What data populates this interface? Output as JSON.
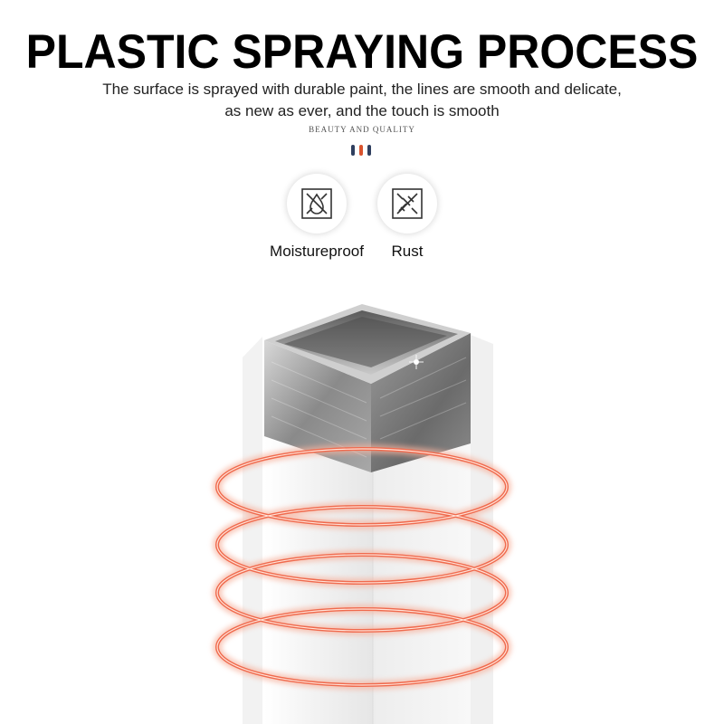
{
  "header": {
    "title": "PLASTIC SPRAYING PROCESS",
    "subtitle_line1": "The surface is sprayed with durable paint, the lines are smooth and delicate,",
    "subtitle_line2": "as new as ever, and the touch is smooth",
    "tagline": "BEAUTY AND QUALITY",
    "dot_colors": [
      "#2f3f5f",
      "#d9532e",
      "#2f3f5f"
    ]
  },
  "features": [
    {
      "label": "Moistureproof",
      "icon": "moistureproof-icon"
    },
    {
      "label": "Rust",
      "icon": "rust-icon"
    }
  ],
  "colors": {
    "ring": "#f06a4d",
    "ring_glow": "#f7b29e",
    "tube_white": "#f3f3f3",
    "metal_dark": "#6e6e6e",
    "metal_light": "#b9b9b9"
  }
}
